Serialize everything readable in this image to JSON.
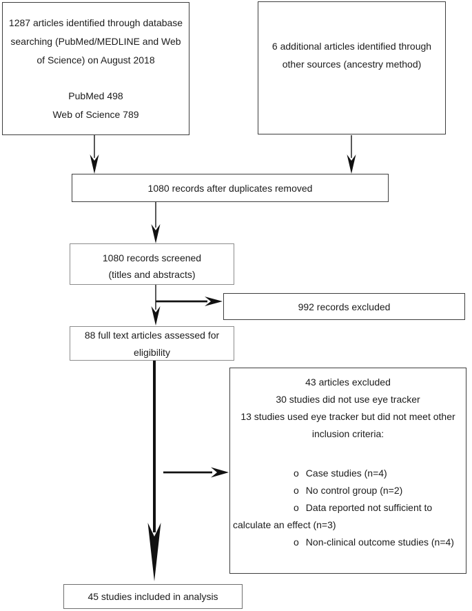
{
  "colors": {
    "background": "#ffffff",
    "border_dark": "#3d3d3d",
    "border_gray": "#8c8c8c",
    "border_mid": "#6e6e6e",
    "arrow": "#111111",
    "text": "#1b1b1b"
  },
  "boxes": {
    "identified": {
      "lines": [
        "1287 articles identified through database",
        "searching (PubMed/MEDLINE and Web",
        "of Science) on August 2018"
      ],
      "counts": [
        "PubMed 498",
        "Web of Science 789"
      ]
    },
    "additional": {
      "lines": [
        "6 additional articles identified through",
        "other sources (ancestry method)"
      ]
    },
    "deduplicated": {
      "label": "1080 records after duplicates removed"
    },
    "screened": {
      "lines": [
        "1080 records screened",
        "(titles and abstracts)"
      ]
    },
    "records_excluded": {
      "label": "992 records excluded"
    },
    "fulltext": {
      "lines": [
        "88 full text articles assessed for",
        "eligibility"
      ]
    },
    "articles_excluded": {
      "header": [
        "43 articles excluded",
        "30 studies did not use eye tracker",
        "13 studies used eye tracker but did not meet other",
        "inclusion criteria:"
      ],
      "bullets": [
        {
          "marker": "o",
          "text": "Case studies (n=4)"
        },
        {
          "marker": "o",
          "text": "No control group (n=2)"
        },
        {
          "marker": "o",
          "text": "Data reported not sufficient to"
        },
        {
          "marker": "",
          "text": "calculate an effect (n=3)"
        },
        {
          "marker": "o",
          "text": "Non-clinical outcome studies (n=4)"
        }
      ]
    },
    "included": {
      "label": "45 studies included in analysis"
    }
  }
}
